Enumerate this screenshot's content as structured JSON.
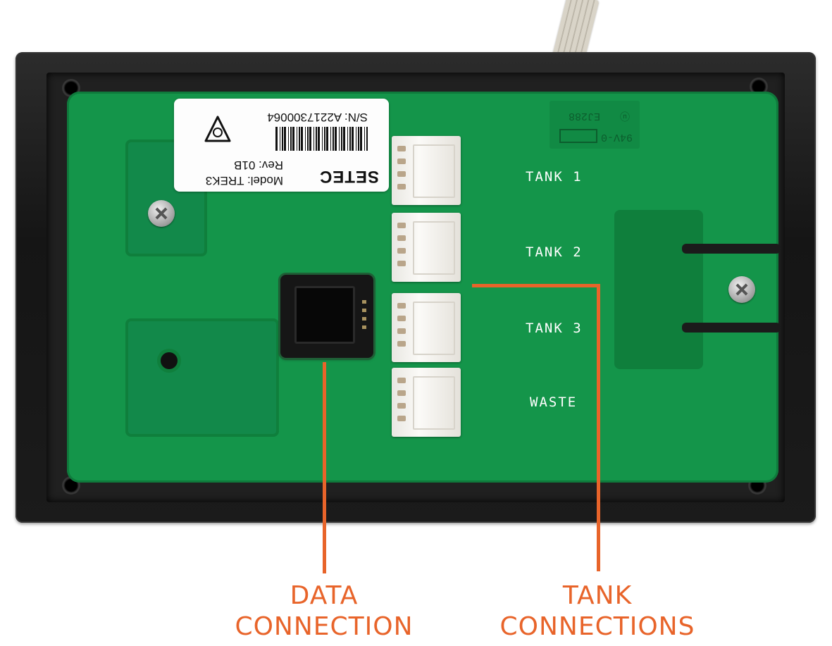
{
  "sticker": {
    "serial": "S/N: A2217300064",
    "model": "Model: TREK3",
    "revision": "Rev: 01B",
    "brand": "SETEC"
  },
  "pcb_marking": {
    "code": "EJ288",
    "rating": "94V-0"
  },
  "silkscreen": {
    "tank1": "TANK 1",
    "tank2": "TANK 2",
    "tank3": "TANK 3",
    "waste": "WASTE"
  },
  "annotations": {
    "data_connection": {
      "line1": "DATA",
      "line2": "CONNECTION"
    },
    "tank_connections": {
      "line1": "TANK",
      "line2": "CONNECTIONS"
    }
  },
  "colors": {
    "annotation": "#e8642a",
    "pcb": "#14954a",
    "housing": "#1b1b1b"
  }
}
